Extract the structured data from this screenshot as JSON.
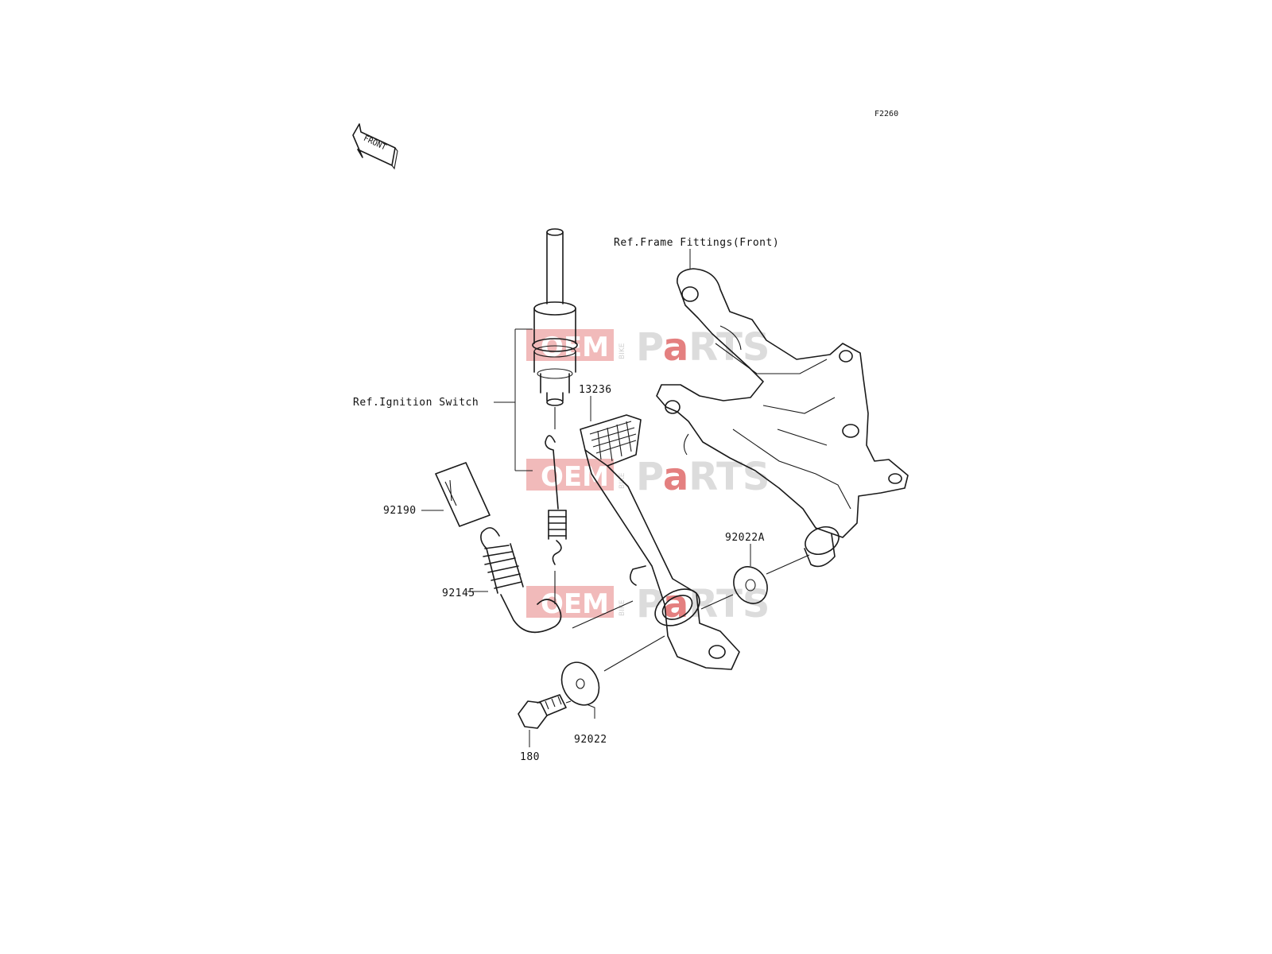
{
  "diagram_code": "F2260",
  "front_arrow": {
    "text": "FRONT",
    "icon": "front-direction-arrow-icon"
  },
  "references": {
    "frame_fittings": "Ref.Frame Fittings(Front)",
    "ignition_switch": "Ref.Ignition Switch"
  },
  "parts": [
    {
      "number": "13236"
    },
    {
      "number": "92022A"
    },
    {
      "number": "92190"
    },
    {
      "number": "92145"
    },
    {
      "number": "92022"
    },
    {
      "number": "180"
    }
  ],
  "watermark": {
    "oem": "OEM",
    "bike": "BIKE",
    "parts_pre": "P",
    "parts_a": "a",
    "parts_post": "RTS"
  },
  "colors": {
    "line": "#1a1a1a",
    "watermark_red": "#e06a6a",
    "watermark_gray": "#d6d6d6"
  }
}
